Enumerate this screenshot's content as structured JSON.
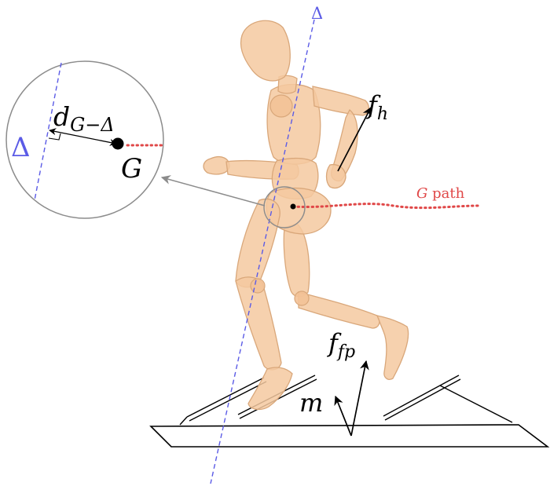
{
  "labels": {
    "delta_axis": "Δ",
    "delta_zoom": "Δ",
    "distance": "d",
    "distance_sub": "G−Δ",
    "com": "G",
    "com_path_symbol": "G",
    "com_path_word": " path",
    "hand_force": "f",
    "hand_force_sub": "h",
    "foot_force": "f",
    "foot_force_sub": "fp",
    "mass": "m"
  },
  "colors": {
    "axis_blue": "#5b5be6",
    "path_red": "#e04848",
    "zoom_gray": "#8c8c8c",
    "ink": "#000000",
    "skin": "#f5c9a0"
  },
  "icons": {
    "figure": "wooden-mannequin-runner",
    "treadmill": "treadmill-platform"
  }
}
